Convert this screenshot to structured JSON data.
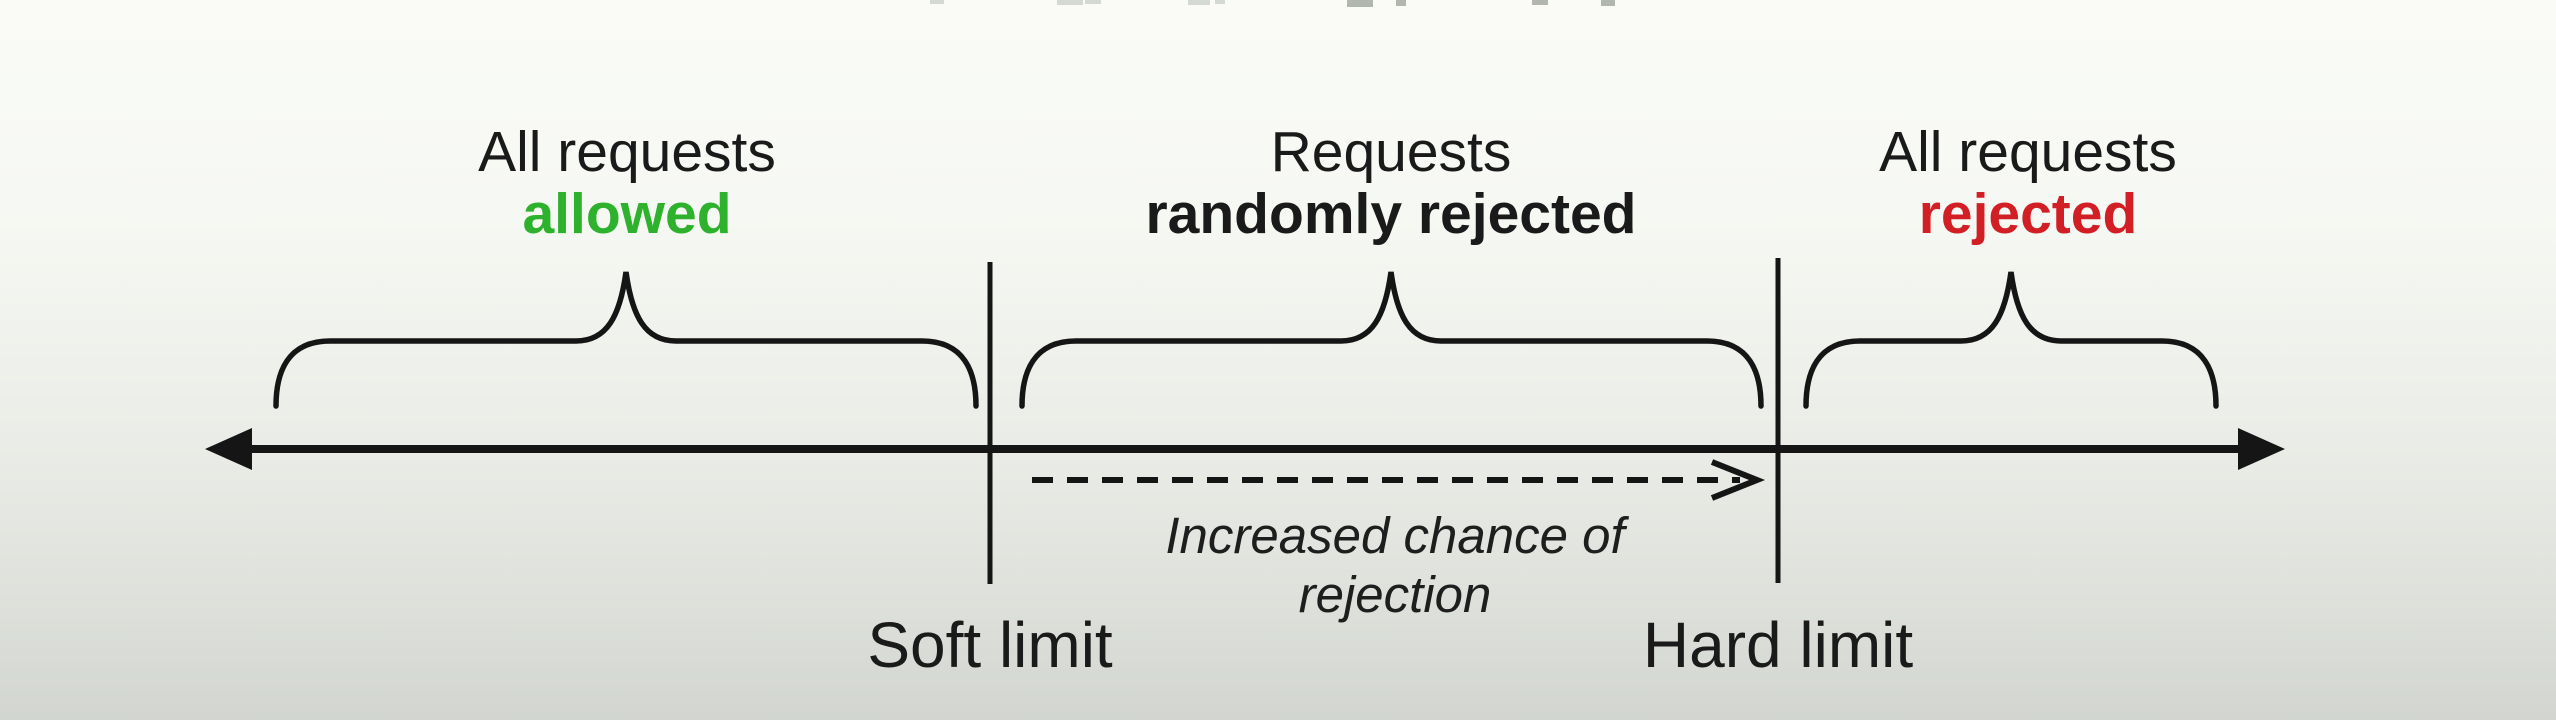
{
  "slide": {
    "type": "rate-limiting-diagram",
    "colors": {
      "line": "#151515",
      "text": "#1a1a1a",
      "allowed_green": "#2eb22e",
      "rejected_red": "#d21f26"
    },
    "regions": [
      {
        "id": "allowed",
        "line1": "All requests",
        "line2": "allowed",
        "line2_color": "#2eb22e"
      },
      {
        "id": "randomly-rejected",
        "line1": "Requests",
        "line2": "randomly rejected",
        "line2_color": "#1a1a1a"
      },
      {
        "id": "rejected",
        "line1": "All requests",
        "line2": "rejected",
        "line2_color": "#d21f26"
      }
    ],
    "limits": [
      {
        "id": "soft-limit",
        "label": "Soft limit"
      },
      {
        "id": "hard-limit",
        "label": "Hard limit"
      }
    ],
    "annotation": {
      "line1": "Increased chance of",
      "line2": "rejection"
    }
  }
}
